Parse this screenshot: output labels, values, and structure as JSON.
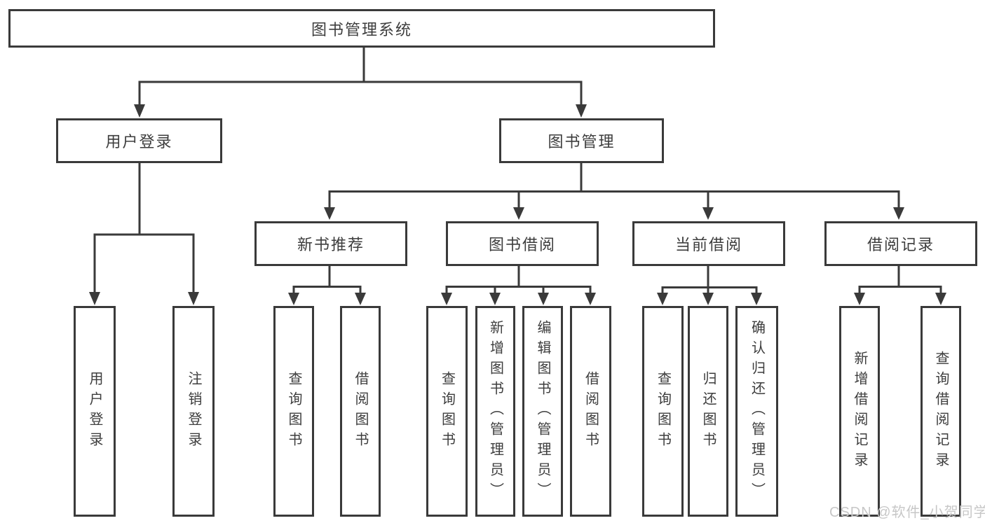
{
  "diagram_type": "hierarchy-tree",
  "tree": {
    "root": {
      "label": "图书管理系统",
      "children": [
        {
          "label": "用户登录",
          "children": [
            {
              "label": "用户登录"
            },
            {
              "label": "注销登录"
            }
          ]
        },
        {
          "label": "图书管理",
          "children": [
            {
              "label": "新书推荐",
              "children": [
                {
                  "label": "查询图书"
                },
                {
                  "label": "借阅图书"
                }
              ]
            },
            {
              "label": "图书借阅",
              "children": [
                {
                  "label": "查询图书"
                },
                {
                  "label": "新增图书（管理员）"
                },
                {
                  "label": "编辑图书（管理员）"
                },
                {
                  "label": "借阅图书"
                }
              ]
            },
            {
              "label": "当前借阅",
              "children": [
                {
                  "label": "查询图书"
                },
                {
                  "label": "归还图书"
                },
                {
                  "label": "确认归还（管理员）"
                }
              ]
            },
            {
              "label": "借阅记录",
              "children": [
                {
                  "label": "新增借阅记录"
                },
                {
                  "label": "查询借阅记录"
                }
              ]
            }
          ]
        }
      ]
    }
  },
  "watermark": {
    "text": "CSDN @软件_小贺同学"
  },
  "colors": {
    "line": "#3a3a3a",
    "text": "#3d3d3d",
    "background": "#ffffff",
    "watermark": "#c7c7c7"
  }
}
